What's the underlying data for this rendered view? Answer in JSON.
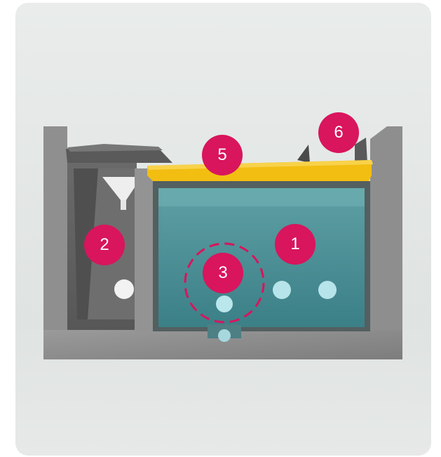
{
  "diagram": {
    "markers": [
      {
        "id": "marker-1",
        "label": "1"
      },
      {
        "id": "marker-2",
        "label": "2"
      },
      {
        "id": "marker-3",
        "label": "3"
      },
      {
        "id": "marker-5",
        "label": "5"
      },
      {
        "id": "marker-6",
        "label": "6"
      }
    ]
  },
  "colors": {
    "marker": "#d8155d",
    "highlight_ring": "#d8155d",
    "lid": "#f2be12",
    "water": "#3f8f95",
    "concrete": "#8c8c8c",
    "background": "#e4e7e5"
  }
}
